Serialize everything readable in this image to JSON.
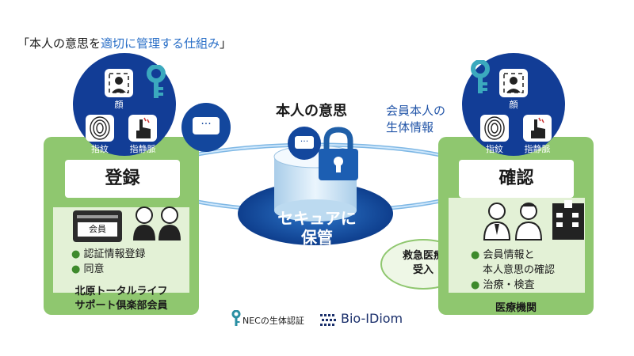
{
  "title": {
    "prefix": "「本人の意思を",
    "highlight": "適切に管理する仕組み",
    "suffix": "」"
  },
  "left": {
    "panel_label": "登録",
    "card_label": "会員",
    "bullets": [
      "認証情報登録",
      "同意"
    ],
    "org_line1": "北原トータルライフ",
    "org_line2": "サポート倶楽部会員",
    "bio": {
      "face": "顔",
      "fingerprint": "指紋",
      "vein": "指静脈"
    }
  },
  "right": {
    "panel_label": "確認",
    "bullets": [
      "会員情報と",
      "本人意思の確認",
      "治療・検査"
    ],
    "org": "医療機関",
    "bio": {
      "face": "顔",
      "fingerprint": "指紋",
      "vein": "指静脈"
    }
  },
  "center": {
    "will_label": "本人の意思",
    "secure_line1": "セキュアに",
    "secure_line2": "保管",
    "member_bio_line1": "会員本人の",
    "member_bio_line2": "生体情報",
    "emergency_line1": "救急医療",
    "emergency_line2": "受入"
  },
  "footer": {
    "nec_label": "NECの生体認証",
    "bio_idiom": "Bio-IDiom"
  },
  "colors": {
    "panel_green": "#8fc76f",
    "circle_navy": "#123d96",
    "accent_blue": "#2a6fc7",
    "key_teal": "#2a8fa3"
  }
}
